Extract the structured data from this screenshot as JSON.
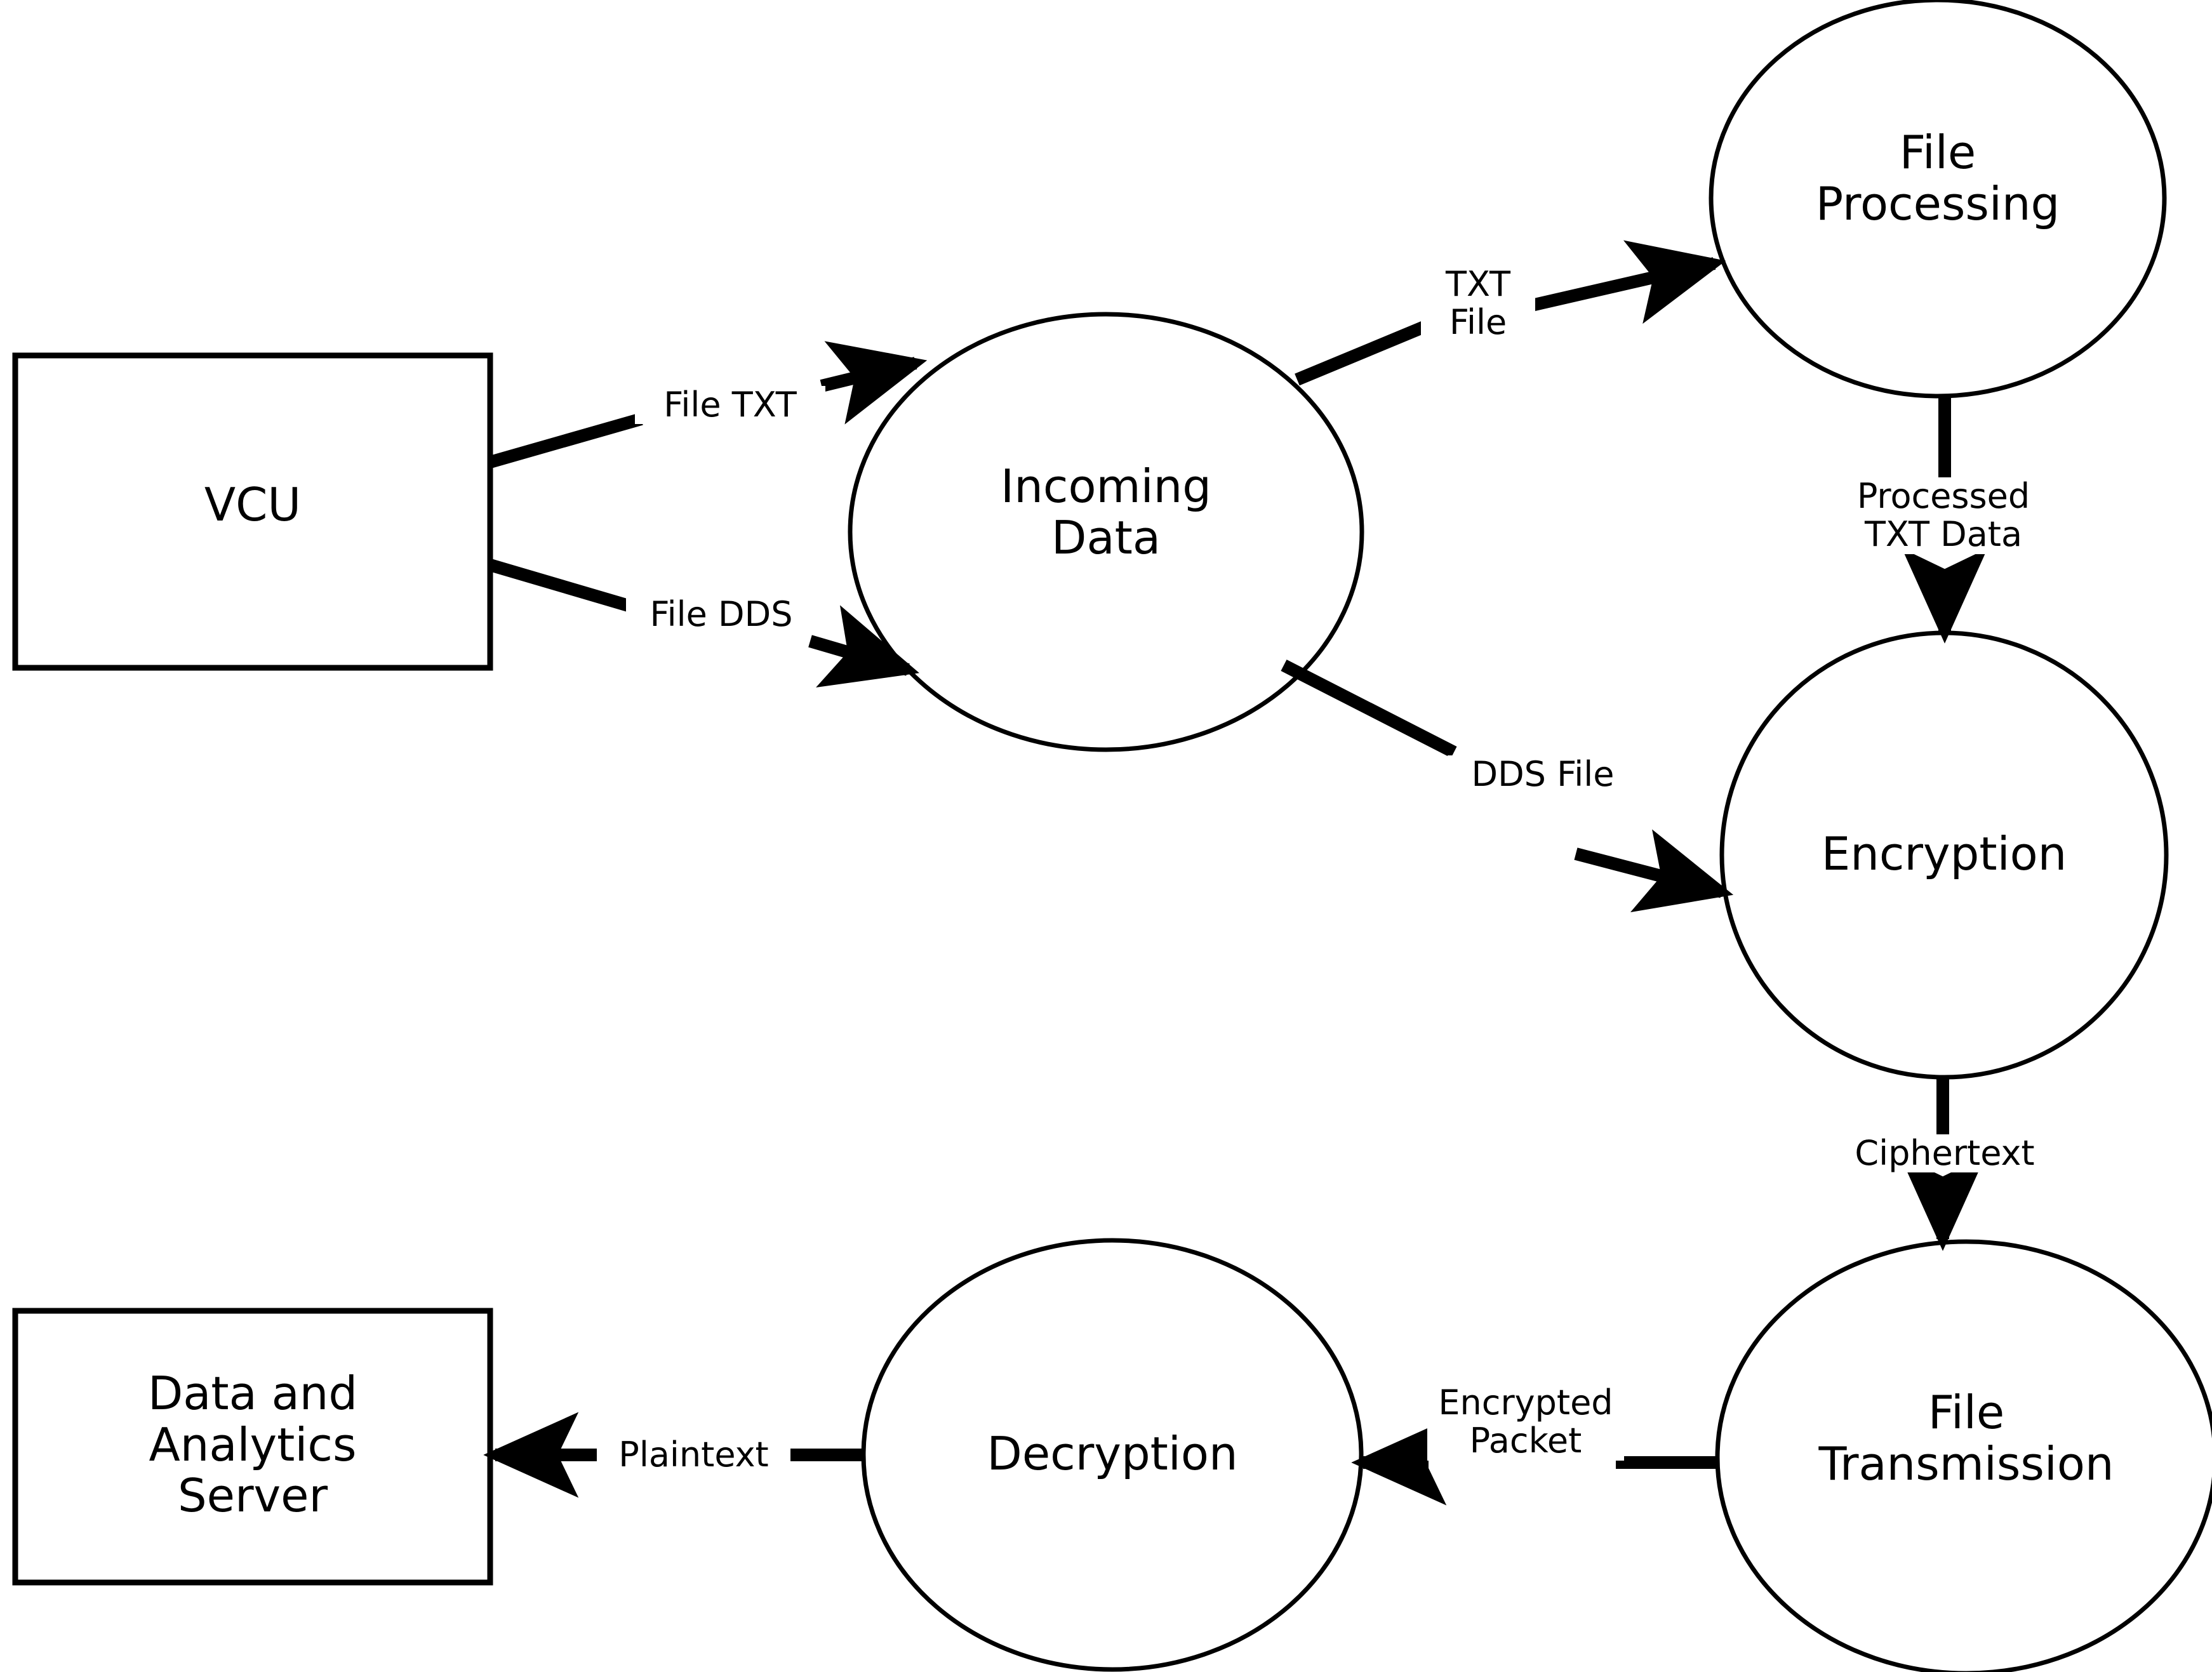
{
  "diagram": {
    "type": "data-flow-diagram",
    "background_color": "#ffffff",
    "stroke_color": "#000000",
    "nodes": [
      {
        "id": "vcu",
        "shape": "rectangle",
        "label": "VCU"
      },
      {
        "id": "incoming-data",
        "shape": "circle",
        "label": "Incoming\nData"
      },
      {
        "id": "file-processing",
        "shape": "circle",
        "label": "File\nProcessing"
      },
      {
        "id": "encryption",
        "shape": "circle",
        "label": "Encryption"
      },
      {
        "id": "file-transmission",
        "shape": "circle",
        "label": "File\nTransmission"
      },
      {
        "id": "decryption",
        "shape": "circle",
        "label": "Decryption"
      },
      {
        "id": "analytics-server",
        "shape": "rectangle",
        "label": "Data and\nAnalytics\nServer"
      }
    ],
    "edges": [
      {
        "id": "e1",
        "from": "vcu",
        "to": "incoming-data",
        "label": "File TXT"
      },
      {
        "id": "e2",
        "from": "vcu",
        "to": "incoming-data",
        "label": "File DDS"
      },
      {
        "id": "e3",
        "from": "incoming-data",
        "to": "file-processing",
        "label": "TXT\nFile"
      },
      {
        "id": "e4",
        "from": "incoming-data",
        "to": "encryption",
        "label": "DDS File"
      },
      {
        "id": "e5",
        "from": "file-processing",
        "to": "encryption",
        "label": "Processed\nTXT Data"
      },
      {
        "id": "e6",
        "from": "encryption",
        "to": "file-transmission",
        "label": "Ciphertext"
      },
      {
        "id": "e7",
        "from": "file-transmission",
        "to": "decryption",
        "label": "Encrypted\nPacket"
      },
      {
        "id": "e8",
        "from": "decryption",
        "to": "analytics-server",
        "label": "Plaintext"
      }
    ]
  }
}
